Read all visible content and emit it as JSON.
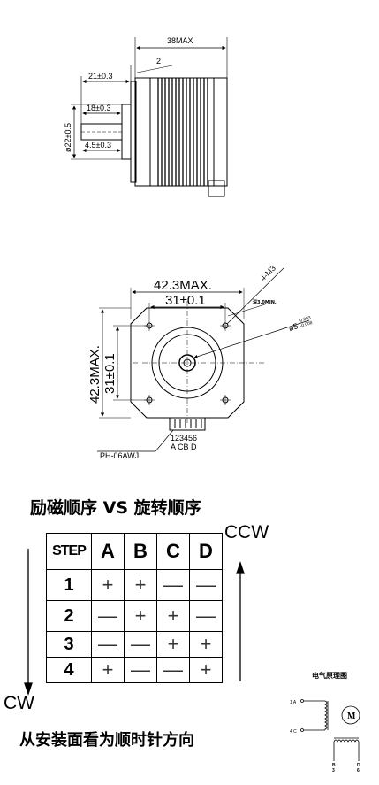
{
  "side_view": {
    "dim_38max": "38MAX",
    "dim_2": "2",
    "dim_21": "21±0.3",
    "dim_18": "18±0.3",
    "dim_22": "ø22±0.5",
    "dim_4_5": "4.5±0.3"
  },
  "front_view": {
    "dim_42_3_top": "42.3MAX.",
    "dim_31_top": "31±0.1",
    "dim_4_m3": "4-M3",
    "dim_depth": "深3.0MIN.",
    "dim_shaft_dia": "ø5",
    "dim_shaft_tol_upper": "-0.003",
    "dim_shaft_tol_lower": "-0.008",
    "dim_42_3_left": "42.3MAX.",
    "dim_31_left": "31±0.1",
    "pins": "123456",
    "pin_letters": "A CB D",
    "connector": "PH-06AWJ"
  },
  "sequence_table": {
    "title": "励磁顺序 VS 旋转顺序",
    "ccw": "CCW",
    "cw": "CW",
    "footer": "从安装面看为顺时针方向",
    "headers": [
      "STEP",
      "A",
      "B",
      "C",
      "D"
    ],
    "rows": [
      {
        "step": "1",
        "cells": [
          "+",
          "+",
          "—",
          "—"
        ]
      },
      {
        "step": "2",
        "cells": [
          "—",
          "+",
          "+",
          "—"
        ]
      },
      {
        "step": "3",
        "cells": [
          "—",
          "—",
          "+",
          "+"
        ]
      },
      {
        "step": "4",
        "cells": [
          "+",
          "—",
          "—",
          "+"
        ]
      }
    ]
  },
  "schematic": {
    "title": "电气原理图",
    "pin_1": "1 A",
    "pin_4": "4 C",
    "motor": "M",
    "pin_b": "B",
    "pin_b_num": "3",
    "pin_d": "D",
    "pin_d_num": "6"
  }
}
